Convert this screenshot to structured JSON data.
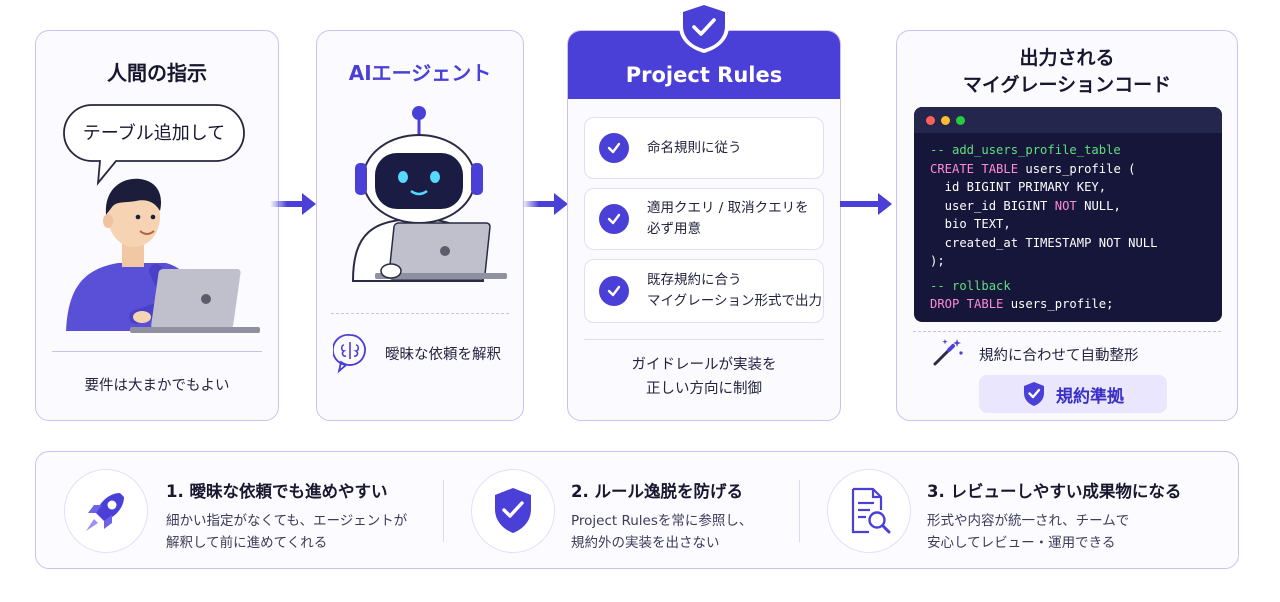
{
  "panels": {
    "human": {
      "title": "人間の指示",
      "bubble": "テーブル追加して",
      "caption": "要件は大まかでもよい"
    },
    "agent": {
      "title": "AIエージェント",
      "caption": "曖昧な依頼を解釈"
    },
    "rules": {
      "title": "Project Rules",
      "items": [
        {
          "text": "命名規則に従う"
        },
        {
          "text": "適用クエリ / 取消クエリを\n必ず用意"
        },
        {
          "text": "既存規約に合う\nマイグレーション形式で出力"
        }
      ],
      "caption": "ガイドレールが実装を\n正しい方向に制御"
    },
    "output": {
      "title": "出力される\nマイグレーションコード",
      "code": {
        "comment1": "-- add_users_profile_table",
        "create_kw": "CREATE TABLE",
        "create_rest": " users_profile (",
        "line_id": "  id BIGINT PRIMARY KEY,",
        "line_user_a": "  user_id BIGINT ",
        "line_user_kw": "NOT",
        "line_user_b": " NULL,",
        "line_bio": "  bio TEXT,",
        "line_created": "  created_at TIMESTAMP NOT NULL",
        "line_close": ");",
        "comment2": "-- rollback",
        "drop_kw": "DROP TABLE",
        "drop_rest": " users_profile;"
      },
      "format_caption": "規約に合わせて自動整形",
      "badge": "規約準拠"
    }
  },
  "features": [
    {
      "title": "1. 曖昧な依頼でも進めやすい",
      "desc": "細かい指定がなくても、エージェントが\n解釈して前に進めてくれる",
      "icon": "rocket-icon"
    },
    {
      "title": "2. ルール逸脱を防げる",
      "desc": "Project Rulesを常に参照し、\n規約外の実装を出さない",
      "icon": "shield-check-icon"
    },
    {
      "title": "3. レビューしやすい成果物になる",
      "desc": "形式や内容が統一され、チームで\n安心してレビュー・運用できる",
      "icon": "document-search-icon"
    }
  ],
  "colors": {
    "accent": "#4a3fd6",
    "panel_border": "#c9c2f0",
    "code_bg": "#15163a",
    "code_comment": "#5ee07a",
    "code_keyword": "#ff8ad8"
  }
}
